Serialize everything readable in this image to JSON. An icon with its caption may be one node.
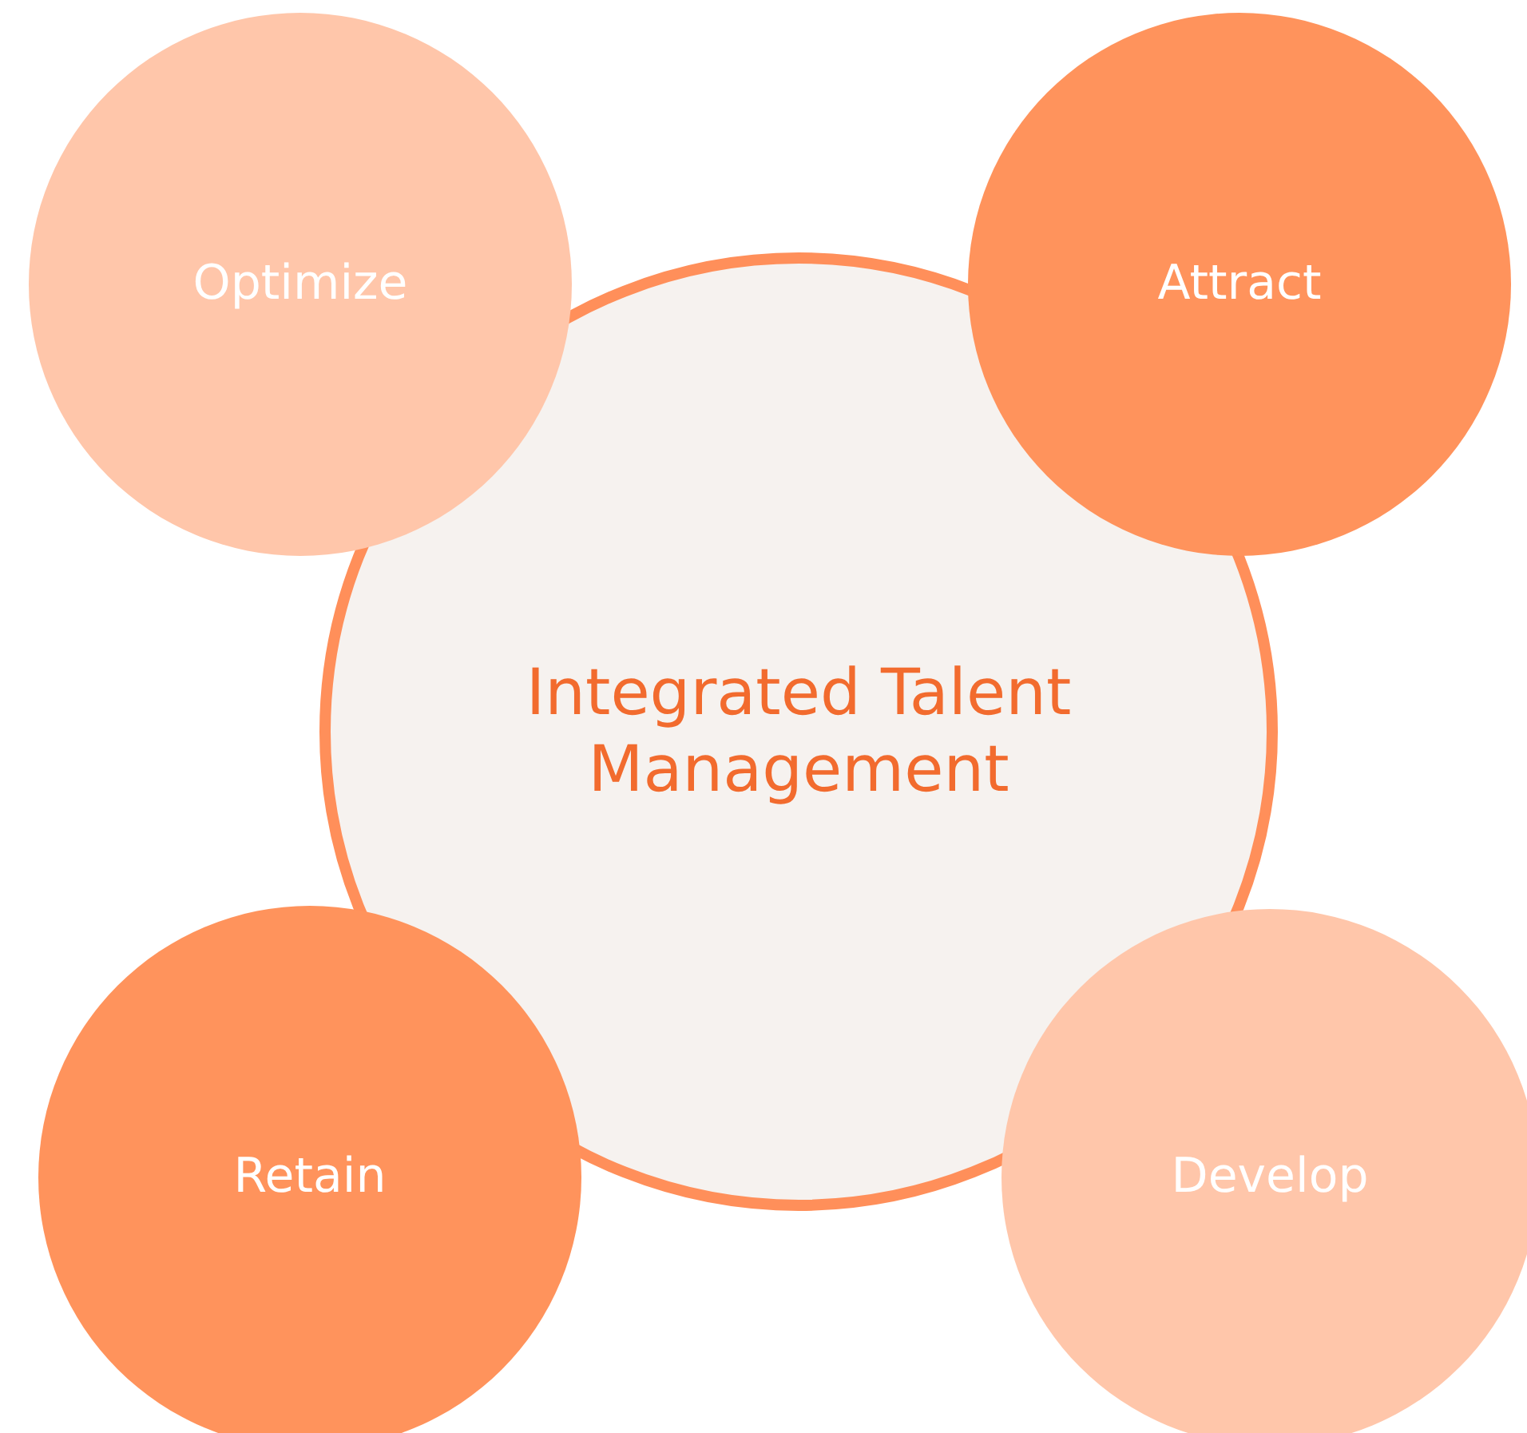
{
  "diagram": {
    "nodes": [
      {
        "text": [
          "Optimize"
        ]
      },
      {
        "text": [
          "Attract"
        ]
      },
      {
        "text": [
          "Integrated Talent Management"
        ]
      },
      {
        "text": [
          "Retain"
        ]
      },
      {
        "text": [
          "Develop"
        ]
      }
    ]
  }
}
